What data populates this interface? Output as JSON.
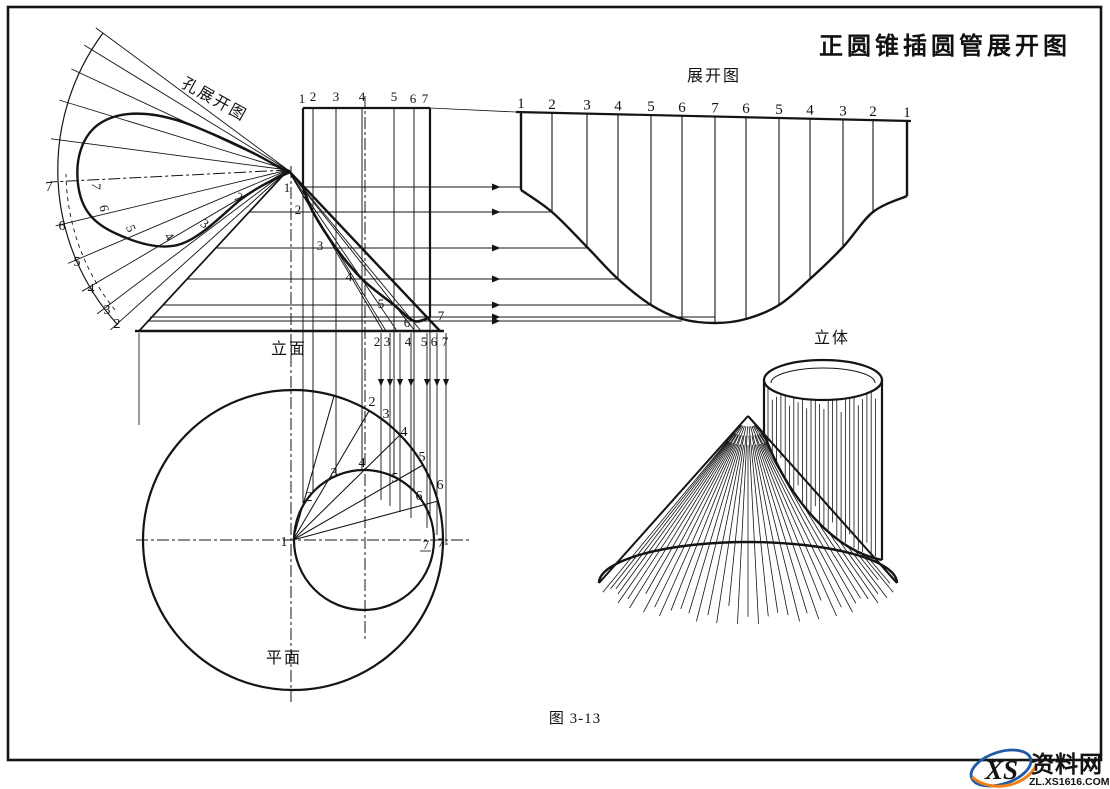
{
  "title": "正圆锥插圆管展开图",
  "caption": "图 3-13",
  "views": {
    "development": "展开图",
    "hole_development": "孔展开图",
    "front": "立面",
    "plan": "平面",
    "pictorial": "立体"
  },
  "development": {
    "top_numbers": [
      "1",
      "2",
      "3",
      "4",
      "5",
      "6",
      "7",
      "6",
      "5",
      "4",
      "3",
      "2",
      "1"
    ]
  },
  "front": {
    "pipe_top_numbers": [
      "1",
      "2",
      "3",
      "4",
      "5",
      "6",
      "7"
    ],
    "curve_numbers": [
      "1",
      "2",
      "3",
      "4",
      "5",
      "6",
      "7"
    ],
    "below_base_numbers": [
      "2",
      "3",
      "4",
      "5",
      "6",
      "7"
    ]
  },
  "hole_dev": {
    "arc_numbers": [
      "7",
      "6",
      "5",
      "4",
      "3",
      "2"
    ],
    "inner_numbers": [
      "7",
      "6",
      "5",
      "4",
      "3",
      "2"
    ]
  },
  "plan": {
    "center_number": "1",
    "inner_numbers": [
      "2",
      "3",
      "4",
      "5",
      "6"
    ],
    "outer_numbers": [
      "2",
      "3",
      "4",
      "5",
      "6"
    ],
    "right_numbers": [
      "7",
      "7-"
    ]
  },
  "watermark": {
    "logo": "XS",
    "name": "资料网",
    "url": "ZL.XS1616.COM"
  },
  "colors": {
    "ink": "#141414",
    "wm_blue": "#1e59a6",
    "wm_orange": "#f07f1a",
    "wm_red": "#e0251b"
  }
}
